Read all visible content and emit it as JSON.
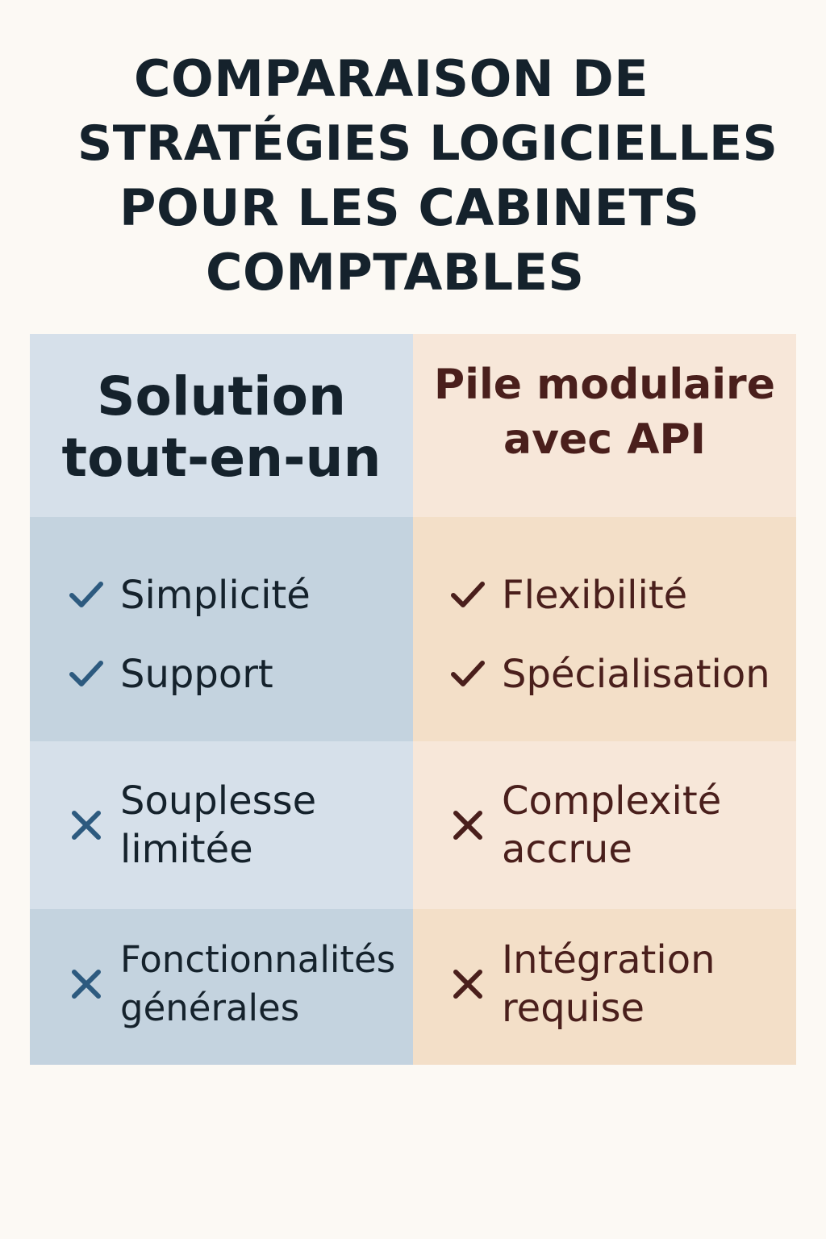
{
  "title": {
    "lines": [
      "COMPARAISON DE",
      "STRATÉGIES LOGICIELLES",
      "POUR LES CABINETS",
      "COMPTABLES"
    ]
  },
  "columns": {
    "left": {
      "header_lines": [
        "Solution",
        "tout-en-un"
      ],
      "pros": [
        "Simplicité",
        "Support"
      ],
      "cons": [
        [
          "Souplesse",
          "limitée"
        ],
        [
          "Fonctionnalités",
          "générales"
        ]
      ]
    },
    "right": {
      "header_lines": [
        "Pile modulaire",
        "avec API"
      ],
      "pros": [
        "Flexibilité",
        "Spécialisation"
      ],
      "cons": [
        [
          "Complexité",
          "accrue"
        ],
        [
          "Intégration",
          "requise"
        ]
      ]
    }
  },
  "icons": {
    "pro": "check-icon",
    "con": "cross-icon"
  },
  "colors": {
    "left_accent": "#2d5a7f",
    "right_accent": "#4a1f1c",
    "title": "#15222c"
  }
}
